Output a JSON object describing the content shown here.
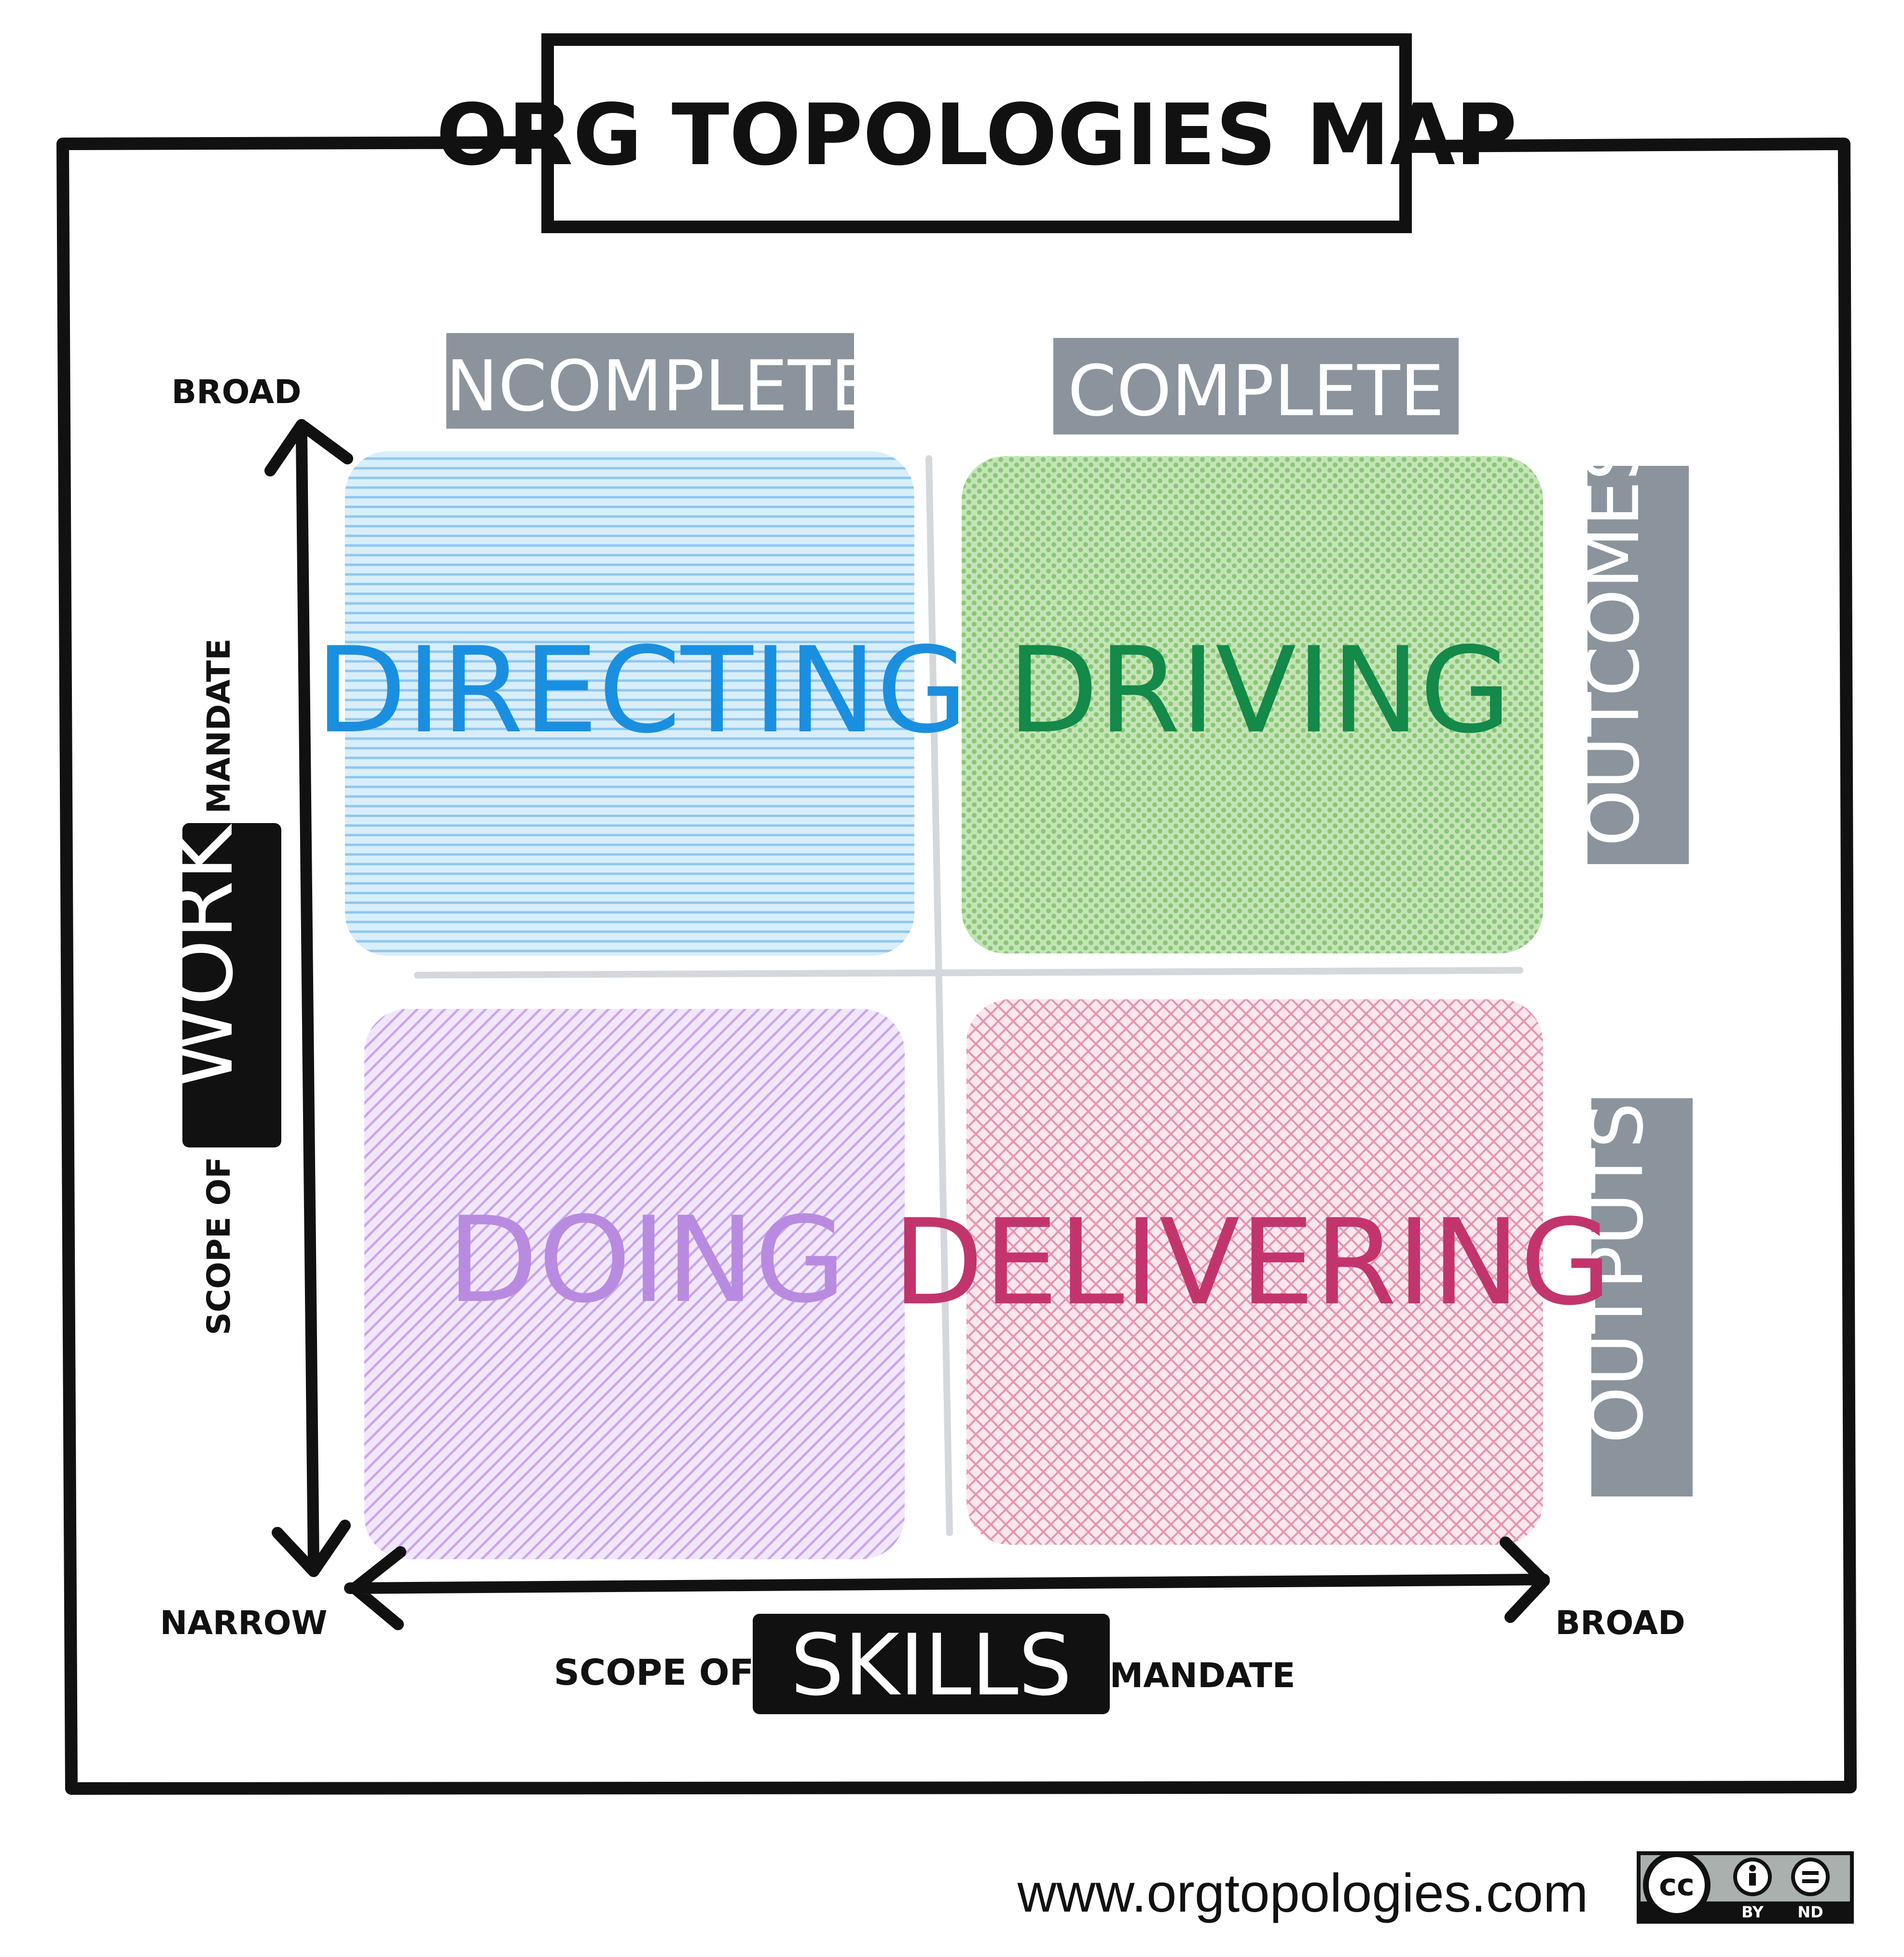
{
  "title": "ORG TOPOLOGIES MAP",
  "columns": {
    "left": "INCOMPLETE",
    "right": "COMPLETE"
  },
  "rows": {
    "top": "OUTCOMES",
    "bottom": "OUTPUTS"
  },
  "quadrants": {
    "top_left": {
      "label": "DIRECTING",
      "color": "#1a8fe0",
      "fill": "#a9d6f3"
    },
    "top_right": {
      "label": "DRIVING",
      "color": "#13894a",
      "fill": "#9ed28a"
    },
    "bottom_left": {
      "label": "DOING",
      "color": "#b98be0",
      "fill": "#d7b9f1"
    },
    "bottom_right": {
      "label": "DELIVERING",
      "color": "#c2356c",
      "fill": "#eba5bd"
    }
  },
  "y_axis": {
    "top": "BROAD",
    "bottom": "NARROW",
    "prefix": "SCOPE OF",
    "keyword": "WORK",
    "suffix": "MANDATE"
  },
  "x_axis": {
    "right": "BROAD",
    "prefix": "SCOPE OF",
    "keyword": "SKILLS",
    "suffix": "MANDATE"
  },
  "footer": {
    "url": "www.orgtopologies.com",
    "license": {
      "cc": "cc",
      "by": "BY",
      "nd": "ND"
    }
  },
  "colors": {
    "ink": "#111111",
    "tag": "#8b949c",
    "divider": "#d4d8dc"
  }
}
